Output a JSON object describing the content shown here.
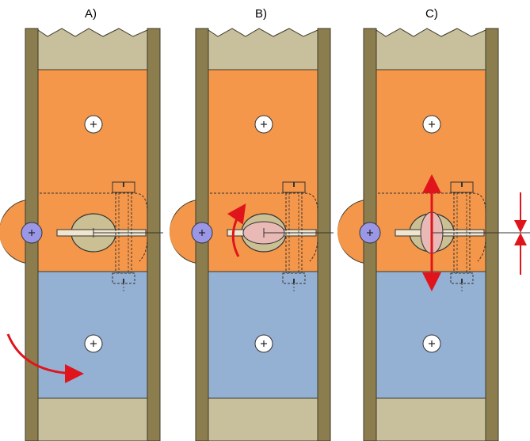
{
  "panels": [
    {
      "label": "A)",
      "state": "rotating",
      "motion": "curved-arrow-rotation"
    },
    {
      "label": "B)",
      "state": "eccentric-turning",
      "motion": "rotation-arrow"
    },
    {
      "label": "C)",
      "state": "adjusted",
      "motion": "vertical-displacement"
    }
  ],
  "colors": {
    "frame": "#8b7d4e",
    "frame_outline": "#3c3a2a",
    "end_block": "#c8c09c",
    "upper_plate": "#f4974a",
    "lower_plate": "#94b0d3",
    "eccentric": "#cbbf94",
    "eccentric_inner": "#e8b9b5",
    "pivot_button": "#9a98e6",
    "arrow": "#e0141b",
    "bolt": "#f4974a"
  },
  "icons": {
    "fixing_hole": "plus-in-circle-icon",
    "pivot": "plus-in-circle-icon",
    "adjust_screw": "slotted-screw-icon"
  }
}
